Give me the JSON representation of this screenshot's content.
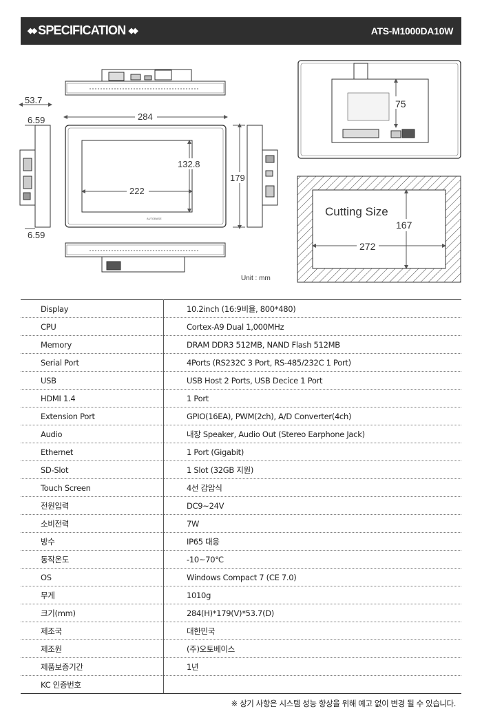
{
  "header": {
    "diamonds_left": "◆◆",
    "title": "SPECIFICATION",
    "diamonds_right": "◆◆",
    "model": "ATS-M1000DA10W"
  },
  "drawing": {
    "dims": {
      "depth": "53.7",
      "offset_top": "6.59",
      "offset_bottom": "6.59",
      "width": "284",
      "screen_height": "132.8",
      "screen_width": "222",
      "height": "179",
      "back_dim": "75",
      "cut_height": "167",
      "cut_width": "272"
    },
    "cutting_label": "Cutting Size",
    "unit_label": "Unit : mm"
  },
  "specs": [
    {
      "label": "Display",
      "value": "10.2inch (16:9비율, 800*480)"
    },
    {
      "label": "CPU",
      "value": "Cortex-A9 Dual 1,000MHz"
    },
    {
      "label": "Memory",
      "value": "DRAM DDR3 512MB, NAND Flash 512MB"
    },
    {
      "label": "Serial Port",
      "value": "4Ports (RS232C 3 Port, RS-485/232C 1 Port)"
    },
    {
      "label": "USB",
      "value": "USB Host 2 Ports, USB Decice 1 Port"
    },
    {
      "label": "HDMI 1.4",
      "value": "1 Port"
    },
    {
      "label": "Extension Port",
      "value": "GPIO(16EA), PWM(2ch), A/D Converter(4ch)"
    },
    {
      "label": "Audio",
      "value": "내장 Speaker, Audio Out (Stereo Earphone Jack)"
    },
    {
      "label": "Ethernet",
      "value": "1 Port (Gigabit)"
    },
    {
      "label": "SD-Slot",
      "value": "1 Slot (32GB 지원)"
    },
    {
      "label": "Touch Screen",
      "value": "4선 감압식"
    },
    {
      "label": "전원입력",
      "value": "DC9~24V"
    },
    {
      "label": "소비전력",
      "value": "7W"
    },
    {
      "label": "방수",
      "value": "IP65 대응"
    },
    {
      "label": "동작온도",
      "value": "-10~70℃"
    },
    {
      "label": "OS",
      "value": "Windows Compact 7 (CE 7.0)"
    },
    {
      "label": "무게",
      "value": "1010g"
    },
    {
      "label": "크기(mm)",
      "value": "284(H)*179(V)*53.7(D)"
    },
    {
      "label": "제조국",
      "value": "대한민국"
    },
    {
      "label": "제조원",
      "value": "(주)오토베이스"
    },
    {
      "label": "제품보증기간",
      "value": "1년"
    },
    {
      "label": "KC 인증번호",
      "value": ""
    }
  ],
  "footnote": "※ 상기 사항은 시스템 성능 향상을 위해 예고 없이 변경 될 수 있습니다."
}
